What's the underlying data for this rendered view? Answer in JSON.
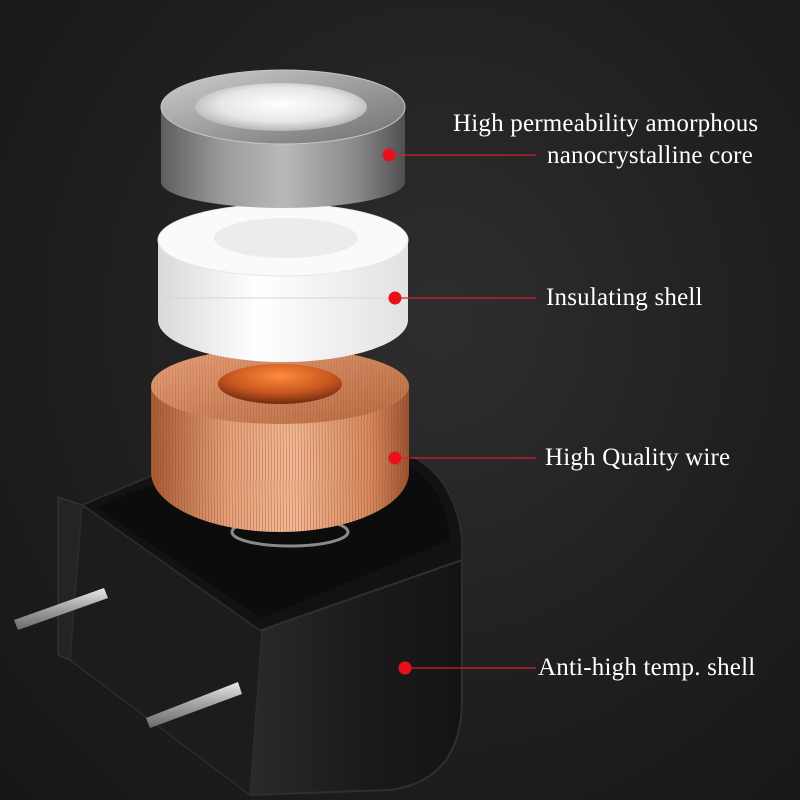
{
  "callouts": [
    {
      "line1": "High permeability amorphous",
      "line2": "nanocrystalline core"
    },
    {
      "text": "Insulating shell"
    },
    {
      "text": "High Quality wire"
    },
    {
      "text": "Anti-high temp. shell"
    }
  ],
  "colors": {
    "background": "#1f1f1f",
    "accent_dot": "#e8101a",
    "leader_line": "#d0202a",
    "metal_core": "#8c8c8c",
    "insulating_shell": "#f4f4f4",
    "copper_wire": "#d9885a",
    "housing": "#1a1a1a"
  }
}
